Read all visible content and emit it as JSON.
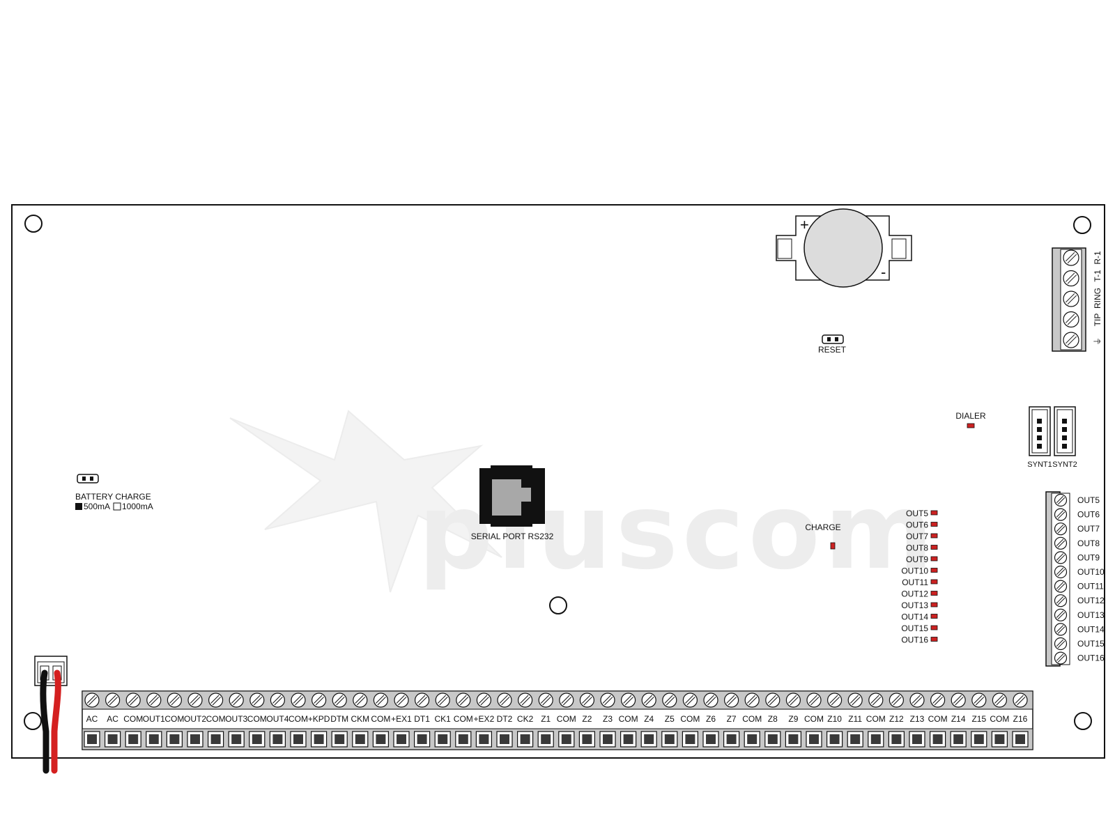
{
  "board": {
    "battery_charge": {
      "title": "BATTERY CHARGE",
      "option_500": "500mA",
      "option_1000": "1000mA"
    },
    "reset_label": "RESET",
    "serial_port_label": "SERIAL PORT RS232",
    "charge_label": "CHARGE",
    "dialer_label": "DIALER",
    "synt_labels": [
      "SYNT1",
      "SYNT2"
    ],
    "telephone_terminals": [
      "R-1",
      "T-1",
      "RING",
      "TIP",
      "⏚"
    ],
    "led_outputs": [
      "OUT5",
      "OUT6",
      "OUT7",
      "OUT8",
      "OUT9",
      "OUT10",
      "OUT11",
      "OUT12",
      "OUT13",
      "OUT14",
      "OUT15",
      "OUT16"
    ],
    "output_terminals": [
      "OUT5",
      "OUT6",
      "OUT7",
      "OUT8",
      "OUT9",
      "OUT10",
      "OUT11",
      "OUT12",
      "OUT13",
      "OUT14",
      "OUT15",
      "OUT16"
    ],
    "bottom_terminals": [
      "AC",
      "AC",
      "COM",
      "OUT1",
      "COM",
      "OUT2",
      "COM",
      "OUT3",
      "COM",
      "OUT4",
      "COM",
      "+KPD",
      "DTM",
      "CKM",
      "COM",
      "+EX1",
      "DT1",
      "CK1",
      "COM",
      "+EX2",
      "DT2",
      "CK2",
      "Z1",
      "COM",
      "Z2",
      "Z3",
      "COM",
      "Z4",
      "Z5",
      "COM",
      "Z6",
      "Z7",
      "COM",
      "Z8",
      "Z9",
      "COM",
      "Z10",
      "Z11",
      "COM",
      "Z12",
      "Z13",
      "COM",
      "Z14",
      "Z15",
      "COM",
      "Z16"
    ],
    "battery_polarity": [
      "+",
      "-"
    ]
  },
  "watermark": "pluscom",
  "colors": {
    "led": "#cc2222",
    "wire_red": "#d42020",
    "wire_black": "#111111",
    "terminal_gray": "#c8c8c8",
    "port_black": "#111111",
    "battery_fill": "#dcdcdc"
  }
}
